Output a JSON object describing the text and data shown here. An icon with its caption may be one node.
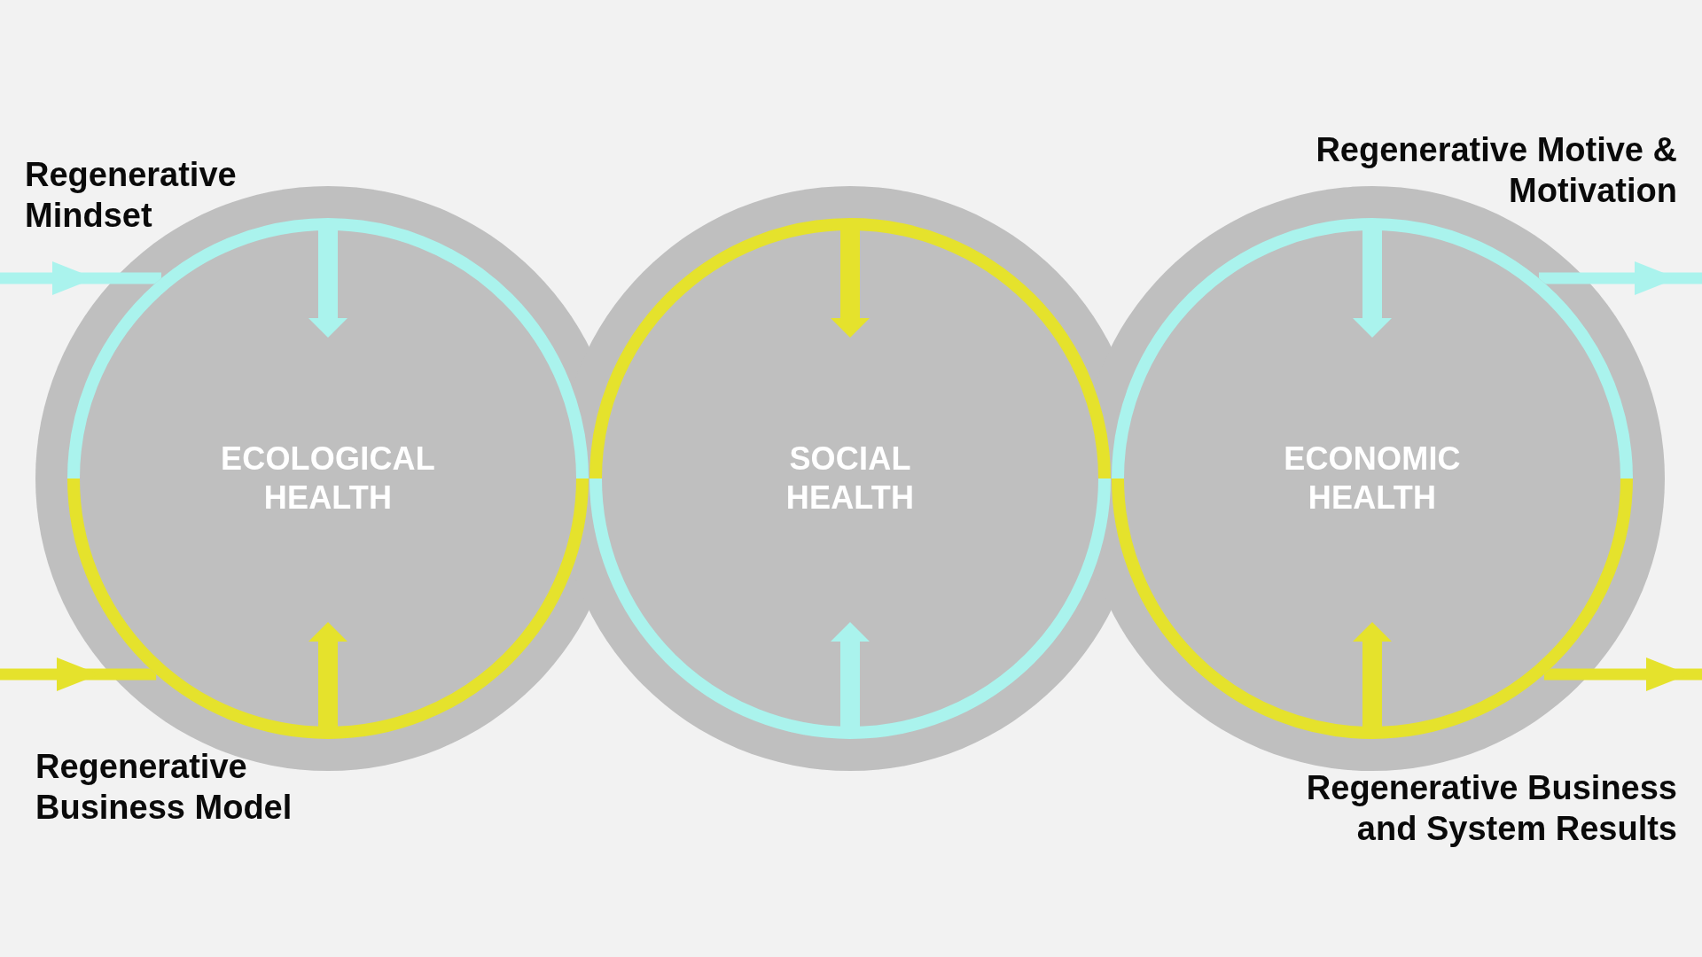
{
  "diagram": {
    "nodes": [
      {
        "text": [
          "ECOLOGICAL HEALTH"
        ]
      },
      {
        "text": [
          "SOCIAL HEALTH"
        ]
      },
      {
        "text": [
          "ECONOMIC HEALTH"
        ]
      }
    ],
    "edges": [
      {
        "from": null,
        "to": 0,
        "arrow": "to",
        "label": "Regenerative Mindset",
        "color": "#aaf3ed"
      },
      {
        "from": null,
        "to": 0,
        "arrow": "to",
        "label": "Regenerative Business Model",
        "color": "#e5e22c"
      },
      {
        "from": 2,
        "to": null,
        "arrow": "to",
        "label": "Regenerative Motive & Motivation",
        "color": "#aaf3ed"
      },
      {
        "from": 2,
        "to": null,
        "arrow": "to",
        "label": "Regenerative Business and System Results",
        "color": "#e5e22c"
      }
    ]
  }
}
